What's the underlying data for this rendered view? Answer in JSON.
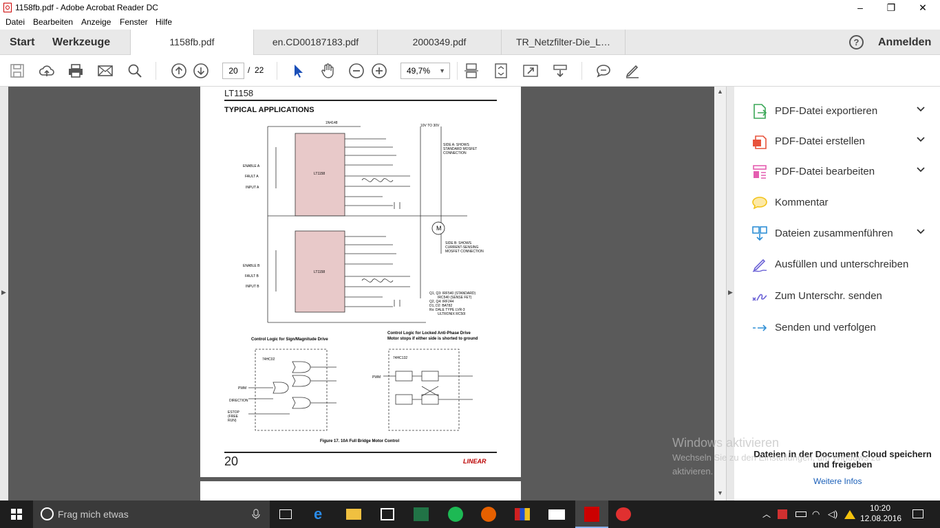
{
  "window": {
    "title": "1158fb.pdf - Adobe Acrobat Reader DC",
    "minimize": "–",
    "maximize": "❐",
    "close": "✕"
  },
  "menu": [
    "Datei",
    "Bearbeiten",
    "Anzeige",
    "Fenster",
    "Hilfe"
  ],
  "nav": {
    "start": "Start",
    "tools": "Werkzeuge",
    "signin": "Anmelden"
  },
  "tabs": [
    "1158fb.pdf",
    "en.CD00187183.pdf",
    "2000349.pdf",
    "TR_Netzfilter-Die_L…"
  ],
  "toolbar": {
    "page_current": "20",
    "page_sep": "/",
    "page_total": "22",
    "zoom": "49,7%"
  },
  "document": {
    "header": "LT1158",
    "section": "TYPICAL APPLICATIONS",
    "chip_label": "LT1158",
    "side_a": "SIDE A: SHOWS STANDARD MOSFET CONNECTION",
    "side_b": "SIDE B: SHOWS CURRENT-SENSING MOSFET CONNECTION",
    "supply": "10V TO 30V",
    "enable_a": "ENABLE A",
    "fault_a": "FAULT A",
    "input_a": "INPUT A",
    "enable_b": "ENABLE B",
    "fault_b": "FAULT B",
    "input_b": "INPUT B",
    "diode": "1N4148",
    "motor": "M",
    "parts": [
      "Q1, Q3: IRF540 (STANDARD)",
      "IRC540 (SENSE FET)",
      "Q2, Q4: IRF244",
      "D1, D2: BAT82",
      "Rs: DALE TYPE LVR-3",
      "ULTRONIX RC50I"
    ],
    "sub_left_title": "Control Logic for Sign/Magnitude Drive",
    "sub_right_title": "Control Logic for Locked Anti-Phase Drive",
    "sub_right_title2": "Motor stops if either side is shorted to ground",
    "logic_left": "74HC02",
    "logic_right": "74HC132",
    "pwm": "PWM",
    "direction": "DIRECTION",
    "estop": "ESTOP (FREE RUN)",
    "figure_caption": "Figure 17. 10A Full Bridge Motor Control",
    "page_number": "20",
    "footer_logo": "LINEAR"
  },
  "right_panel": {
    "items": [
      {
        "label": "PDF-Datei exportieren",
        "icon": "export-pdf-icon",
        "color": "#3aa757",
        "chevron": true
      },
      {
        "label": "PDF-Datei erstellen",
        "icon": "create-pdf-icon",
        "color": "#e8533c",
        "chevron": true
      },
      {
        "label": "PDF-Datei bearbeiten",
        "icon": "edit-pdf-icon",
        "color": "#e45db0",
        "chevron": true
      },
      {
        "label": "Kommentar",
        "icon": "comment-icon",
        "color": "#f2c318",
        "chevron": false
      },
      {
        "label": "Dateien zusammenführen",
        "icon": "combine-files-icon",
        "color": "#2f8fd6",
        "chevron": true
      },
      {
        "label": "Ausfüllen und unterschreiben",
        "icon": "fill-sign-icon",
        "color": "#6b62d6",
        "chevron": false
      },
      {
        "label": "Zum Unterschr. senden",
        "icon": "send-for-signature-icon",
        "color": "#6b62d6",
        "chevron": false
      },
      {
        "label": "Senden und verfolgen",
        "icon": "send-track-icon",
        "color": "#2f8fd6",
        "chevron": false
      }
    ],
    "cloud_text": "Dateien in der Document Cloud speichern und freigeben",
    "cloud_link": "Weitere Infos"
  },
  "watermark": {
    "line1": "Windows aktivieren",
    "line2": "Wechseln Sie zu den Einstellungen, um Windows zu",
    "line3": "aktivieren."
  },
  "taskbar": {
    "search_placeholder": "Frag mich etwas",
    "time": "10:20",
    "date": "12.08.2016"
  }
}
